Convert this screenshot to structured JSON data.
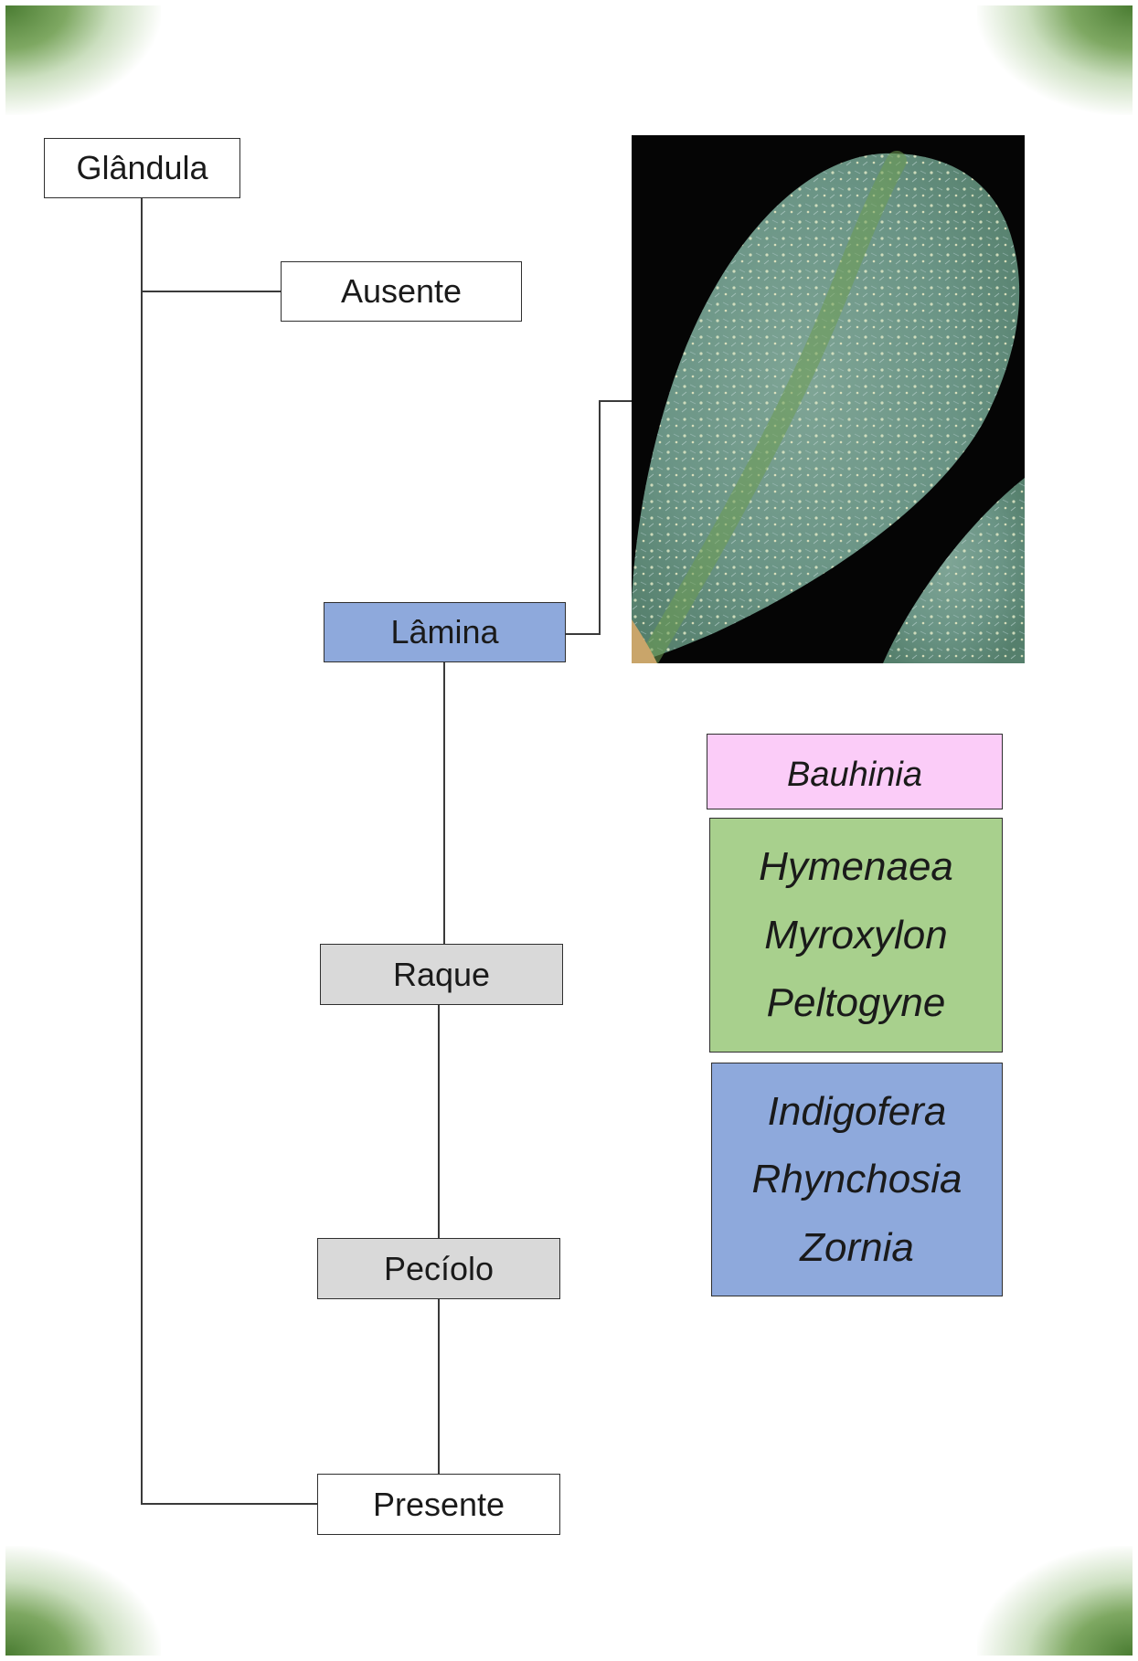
{
  "nodes": {
    "glandula": "Glândula",
    "ausente": "Ausente",
    "lamina": "Lâmina",
    "raque": "Raque",
    "peciolo": "Pecíolo",
    "presente": "Presente"
  },
  "genus_groups": {
    "pink": [
      "Bauhinia"
    ],
    "green": [
      "Hymenaea",
      "Myroxylon",
      "Peltogyne"
    ],
    "blue": [
      "Indigofera",
      "Rhynchosia",
      "Zornia"
    ]
  },
  "colors": {
    "lamina_fill": "#8ea9dc",
    "raque_peciolo_fill": "#d9d9d9",
    "pink_fill": "#fbccf8",
    "green_fill": "#a8d08d",
    "blue_fill": "#8ea9dc",
    "corner_accent": "#4a7c32"
  }
}
